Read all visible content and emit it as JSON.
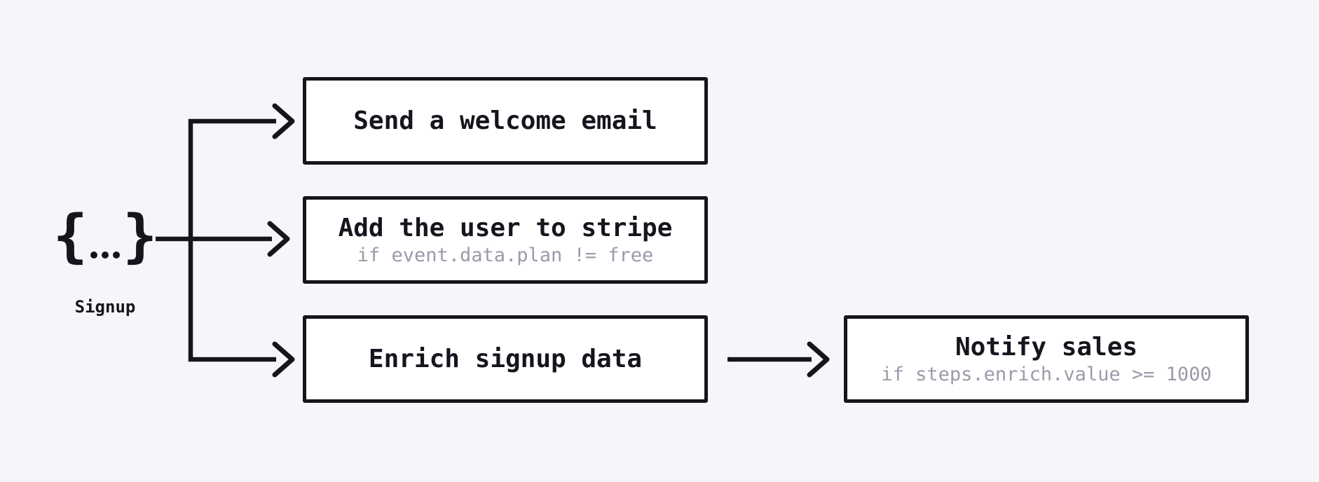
{
  "theme": {
    "background": "#f6f6fa",
    "ink": "#15151e",
    "muted": "#9a9aaa",
    "node_bg": "#ffffff"
  },
  "event": {
    "icon": "braces-ellipsis-icon",
    "brace_left": "{",
    "brace_right": "}",
    "label": "Signup"
  },
  "steps": [
    {
      "title": "Send a welcome email",
      "condition": ""
    },
    {
      "title": "Add the user to stripe",
      "condition": "if event.data.plan != free"
    },
    {
      "title": "Enrich signup data",
      "condition": ""
    },
    {
      "title": "Notify sales",
      "condition": "if steps.enrich.value >= 1000"
    }
  ]
}
